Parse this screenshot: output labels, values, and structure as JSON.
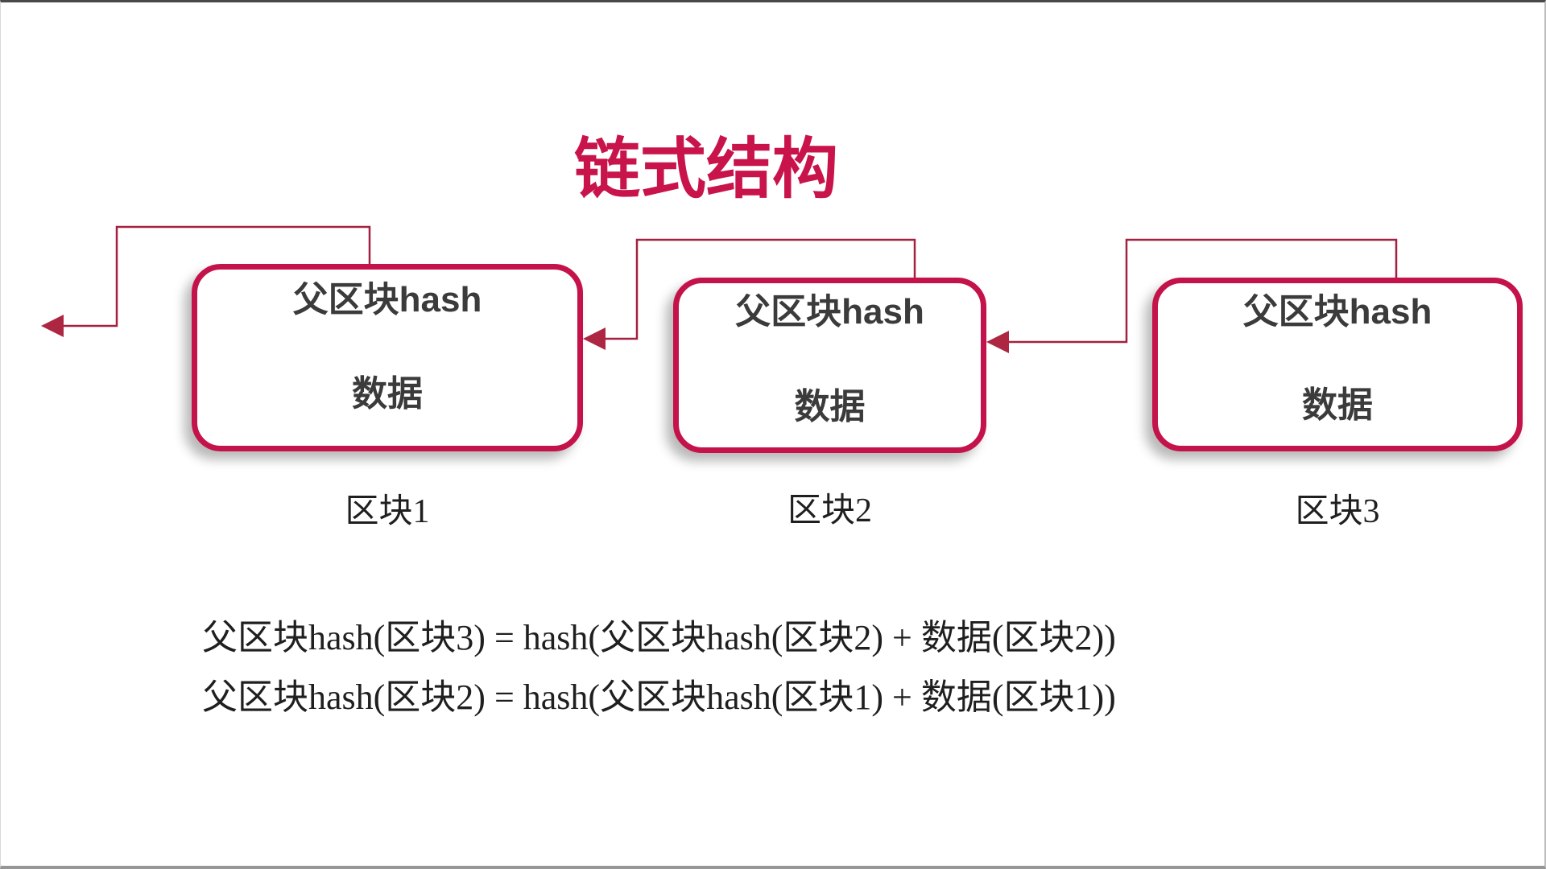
{
  "title": "链式结构",
  "colors": {
    "accent": "#C8134B",
    "border": "#C4124A",
    "line": "#A32040",
    "arrow": "#AD2743",
    "blocktext": "#3B3B3B",
    "ink": "#1F1F1F"
  },
  "blocks": [
    {
      "hash_label": "父区块hash",
      "data_label": "数据",
      "caption": "区块1"
    },
    {
      "hash_label": "父区块hash",
      "data_label": "数据",
      "caption": "区块2"
    },
    {
      "hash_label": "父区块hash",
      "data_label": "数据",
      "caption": "区块3"
    }
  ],
  "formulas": [
    "父区块hash(区块3) = hash(父区块hash(区块2) + 数据(区块2))",
    "父区块hash(区块2) = hash(父区块hash(区块1) + 数据(区块1))"
  ]
}
